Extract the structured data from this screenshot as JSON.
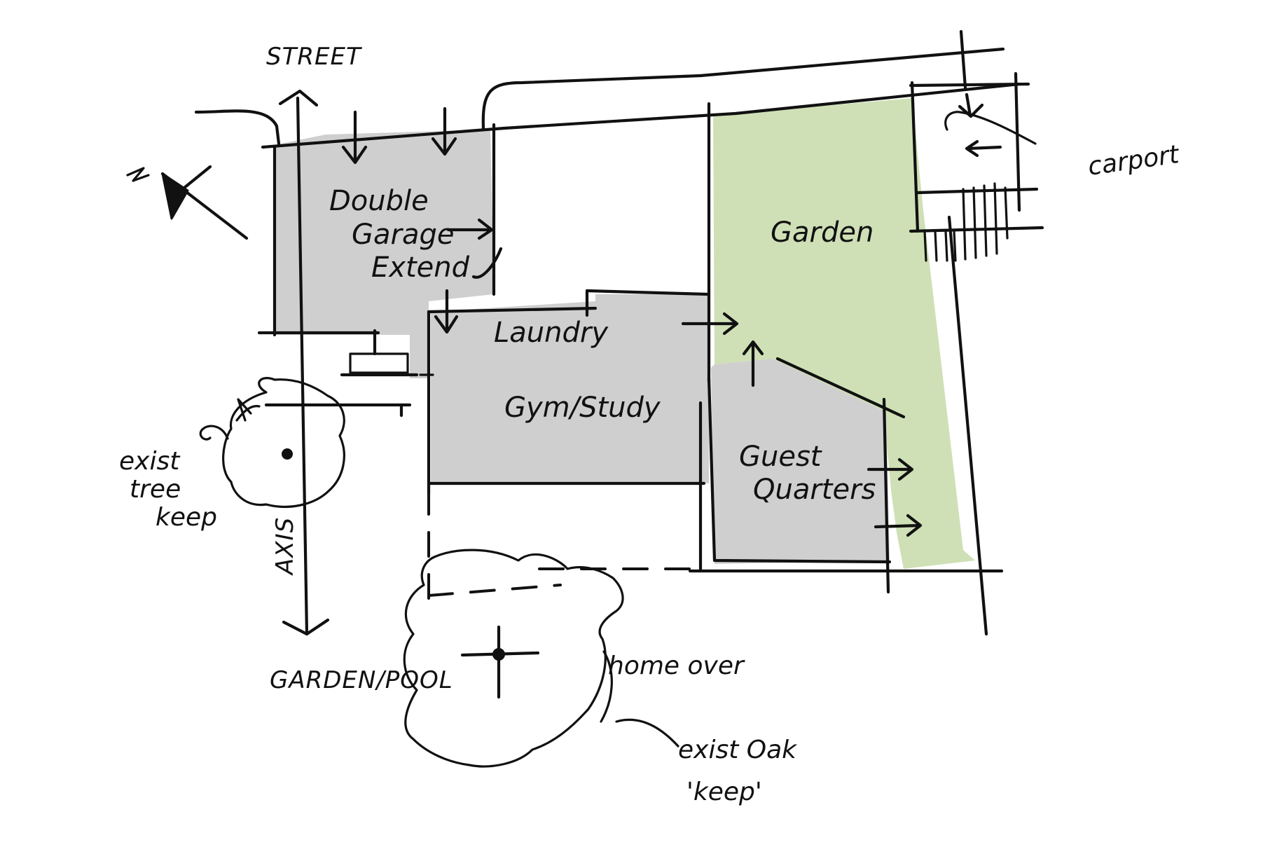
{
  "colors": {
    "ink": "#111111",
    "room_fill": "#cfcfcf",
    "garden_fill": "#cfe0b6",
    "background": "#ffffff"
  },
  "rooms": {
    "double_garage": [
      "Double",
      "Garage",
      "Extend"
    ],
    "laundry": "Laundry",
    "gym_study": "Gym/Study",
    "guest_quarters": [
      "Guest",
      "Quarters"
    ],
    "garden": "Garden"
  },
  "labels": {
    "street": "STREET",
    "carport": "carport",
    "axis": "AXIS",
    "garden_pool": "GARDEN/POOL",
    "exist_tree_keep": [
      "exist",
      "tree",
      "keep"
    ],
    "home_over": "home over",
    "exist_oak_keep": [
      "exist Oak",
      "'keep'"
    ]
  },
  "icons": {
    "north_arrow": "north-arrow-icon"
  }
}
